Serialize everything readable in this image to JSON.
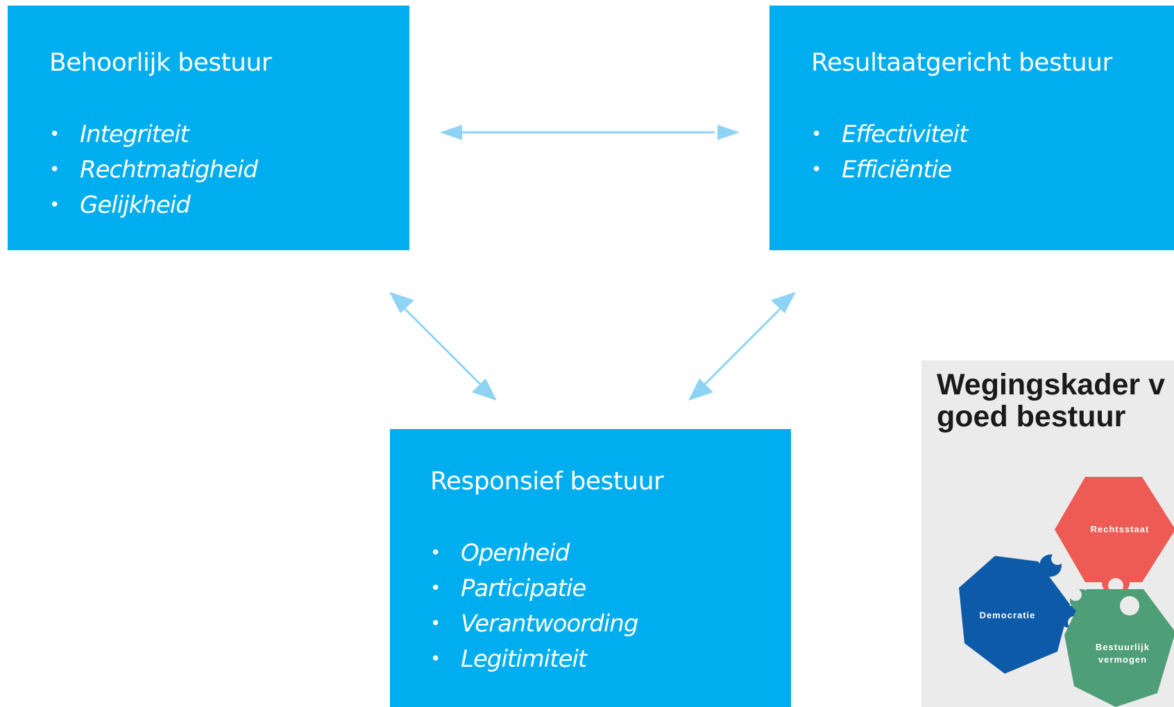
{
  "boxes": {
    "behoorlijk": {
      "title": "Behoorlijk bestuur",
      "items": [
        "Integriteit",
        "Rechtmatigheid",
        "Gelijkheid"
      ]
    },
    "resultaat": {
      "title": "Resultaatgericht bestuur",
      "items": [
        "Effectiviteit",
        "Efficiëntie"
      ]
    },
    "responsief": {
      "title": "Responsief bestuur",
      "items": [
        "Openheid",
        "Participatie",
        "Verantwoording",
        "Legitimiteit"
      ]
    }
  },
  "bullet": "•",
  "inset": {
    "title_line1": "Wegingskader v",
    "title_line2": "goed bestuur",
    "pieces": {
      "rechtsstaat": "Rechtsstaat",
      "democratie": "Democratie",
      "bestuurlijk_line1": "Bestuurlijk",
      "bestuurlijk_line2": "vermogen"
    }
  },
  "colors": {
    "box": "#00aeef",
    "arrow": "#8fd3f4",
    "rechtsstaat": "#ee5a54",
    "democratie": "#0d5ba8",
    "bestuurlijk": "#4e9e78"
  }
}
